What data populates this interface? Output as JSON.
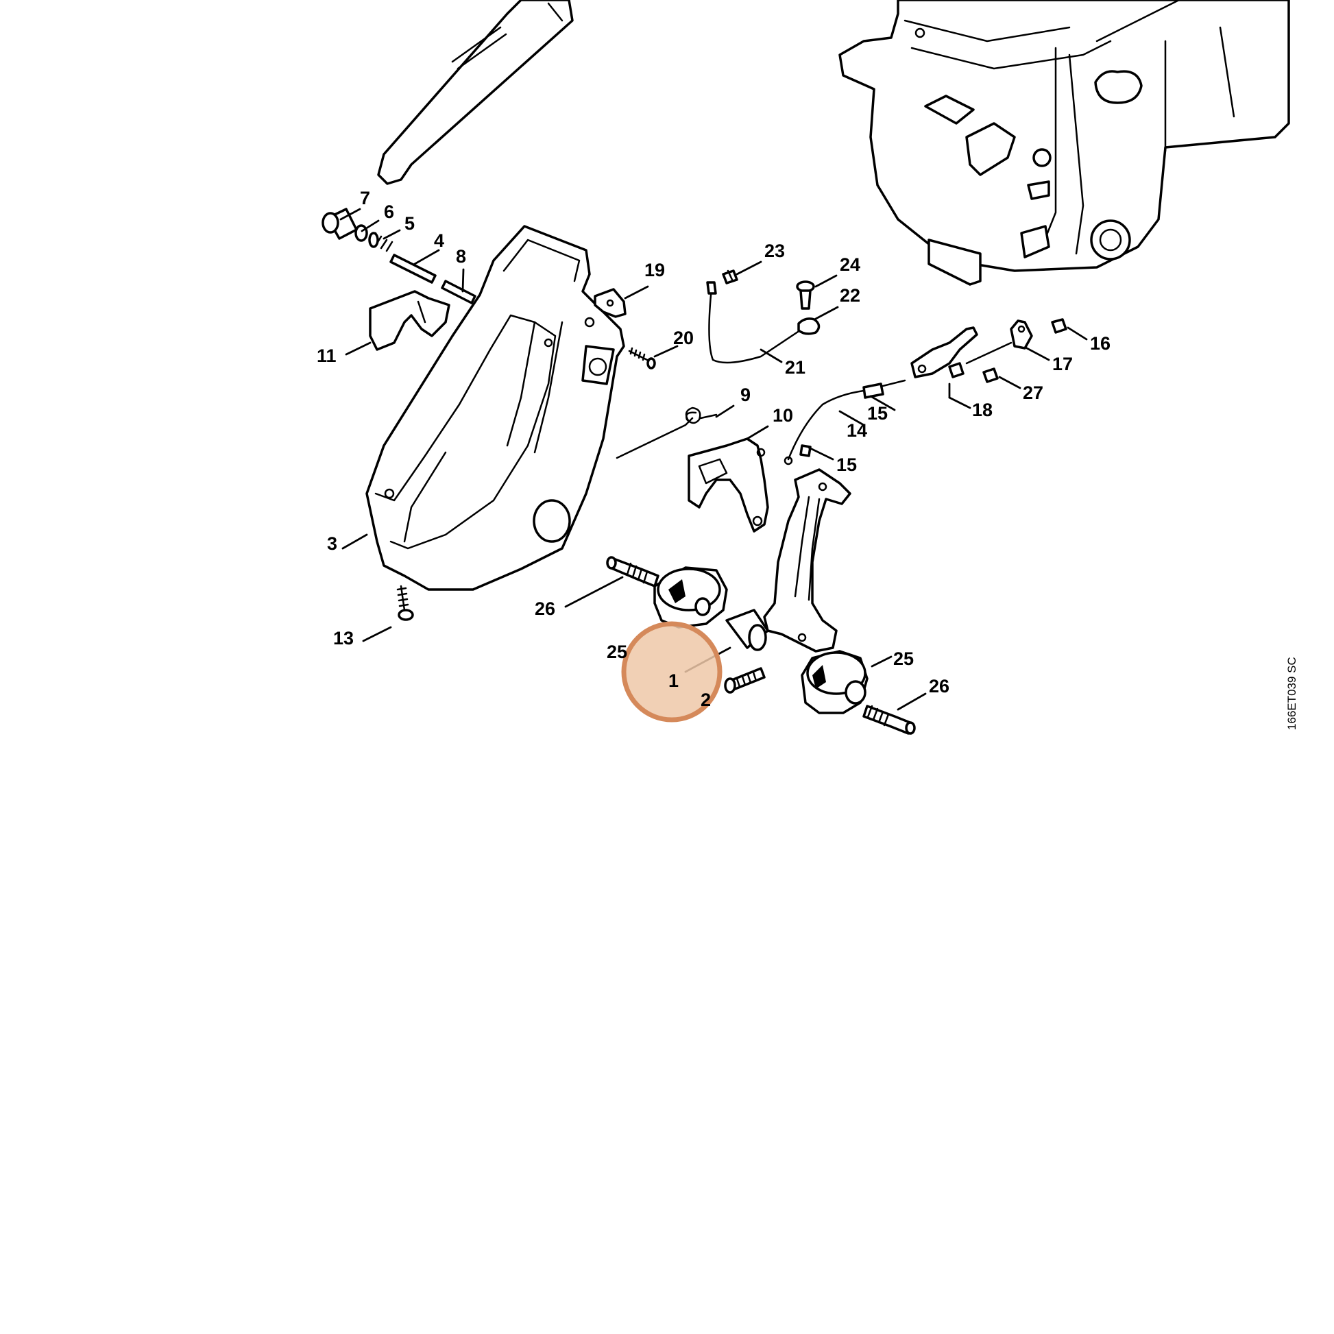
{
  "diagram_code": "166ET039 SC",
  "highlight": {
    "color": "#d5895a",
    "fill": "#efc8a8",
    "label": "1"
  },
  "callouts": {
    "c1": "1",
    "c2": "2",
    "c3": "3",
    "c4": "4",
    "c5": "5",
    "c6": "6",
    "c7": "7",
    "c8": "8",
    "c9": "9",
    "c10": "10",
    "c11": "11",
    "c13": "13",
    "c14": "14",
    "c15a": "15",
    "c15b": "15",
    "c16": "16",
    "c17": "17",
    "c18": "18",
    "c19": "19",
    "c20": "20",
    "c21": "21",
    "c22": "22",
    "c23": "23",
    "c24": "24",
    "c25a": "25",
    "c25b": "25",
    "c26a": "26",
    "c26b": "26",
    "c27": "27"
  }
}
